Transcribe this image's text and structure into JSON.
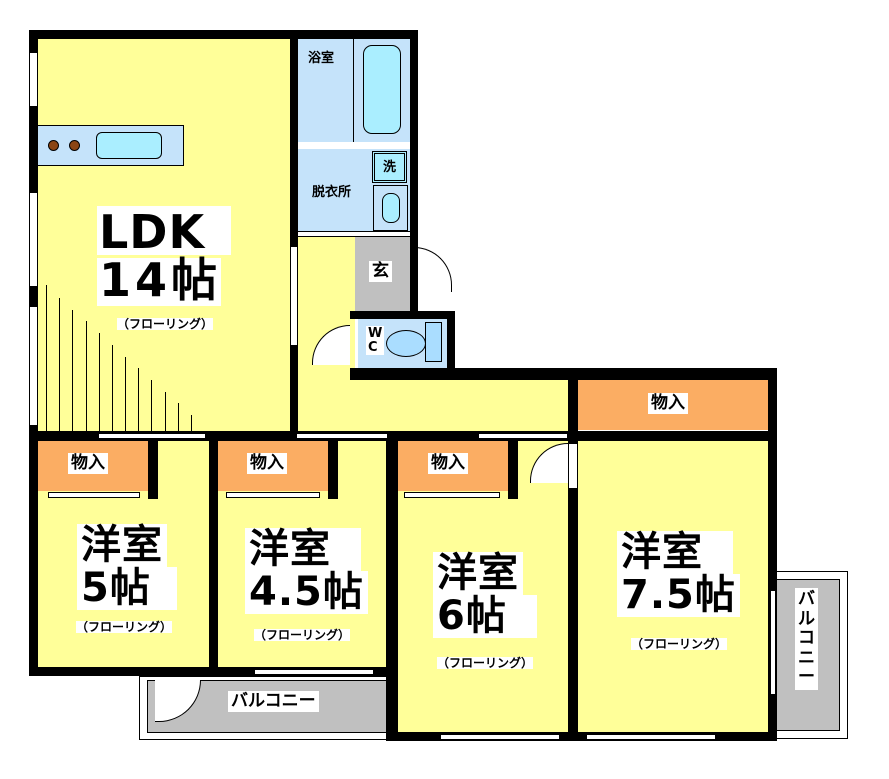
{
  "floorplan": {
    "colors": {
      "living": "#ffff99",
      "wet_area": "#c5e3fa",
      "storage": "#fbad63",
      "entrance_balcony": "#c0c0c0",
      "wall": "#000000"
    },
    "rooms": {
      "ldk": {
        "name": "LDK",
        "size": "14帖",
        "floor": "（フローリング）"
      },
      "bath": {
        "name": "浴室"
      },
      "washroom": {
        "name": "脱衣所",
        "washer": "洗"
      },
      "entrance": {
        "name": "玄"
      },
      "wc": {
        "name": "W\nC"
      },
      "room1": {
        "name": "洋室",
        "size": "5帖",
        "floor": "（フローリング）",
        "closet": "物入"
      },
      "room2": {
        "name": "洋室",
        "size": "4.5帖",
        "floor": "（フローリング）",
        "closet": "物入"
      },
      "room3": {
        "name": "洋室",
        "size": "6帖",
        "floor": "（フローリング）",
        "closet": "物入"
      },
      "room4": {
        "name": "洋室",
        "size": "7.5帖",
        "floor": "（フローリング）",
        "closet": "物入"
      },
      "balcony_south": {
        "name": "バルコニー"
      },
      "balcony_east": {
        "name": "バ\nル\nコ\nニ\nー"
      }
    }
  }
}
